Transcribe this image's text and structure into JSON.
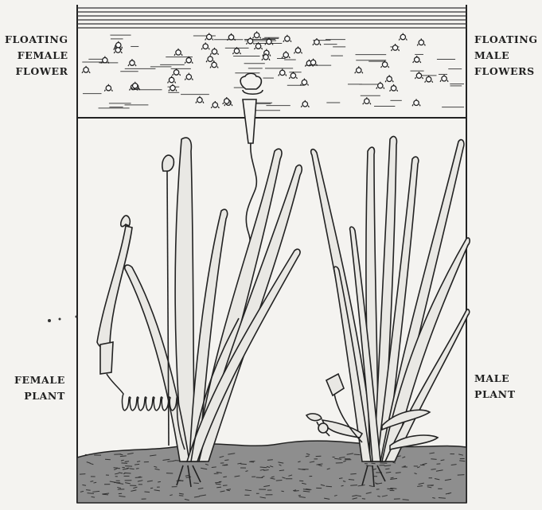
{
  "labels": {
    "floating_female_flower": [
      "FLOATING",
      "FEMALE",
      "FLOWER"
    ],
    "floating_male_flowers": [
      "FLOATING",
      "MALE",
      "FLOWERS"
    ],
    "female_plant": [
      "FEMALE",
      "PLANT"
    ],
    "male_plant": [
      "MALE",
      "PLANT"
    ]
  },
  "colors": {
    "paper": "#f4f3f0",
    "ink": "#222222",
    "soil": "#555555"
  }
}
